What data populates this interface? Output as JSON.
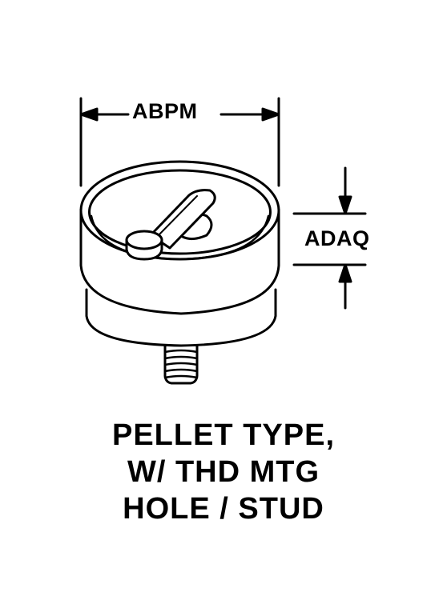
{
  "dimensions": {
    "width_label": "ABPM",
    "height_label": "ADAQ"
  },
  "caption": {
    "line1": "PELLET TYPE,",
    "line2": "W/ THD MTG",
    "line3": "HOLE / STUD"
  },
  "colors": {
    "line": "#000000",
    "background": "#ffffff"
  }
}
